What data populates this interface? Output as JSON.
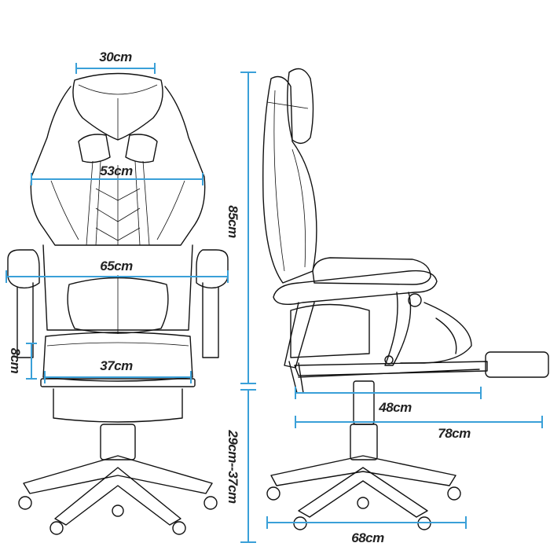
{
  "colors": {
    "dimension_line": "#3aa0d8",
    "line_art": "#111111",
    "label_text": "#222222",
    "background": "#ffffff"
  },
  "labels": {
    "headrest_width": "30cm",
    "backrest_width": "53cm",
    "armrest_width": "65cm",
    "seat_width": "37cm",
    "seat_thickness": "8cm",
    "back_height": "85cm",
    "seat_height_range": "29cm--37cm",
    "seat_depth": "48cm",
    "depth_with_footrest": "78cm",
    "base_width": "68cm"
  }
}
